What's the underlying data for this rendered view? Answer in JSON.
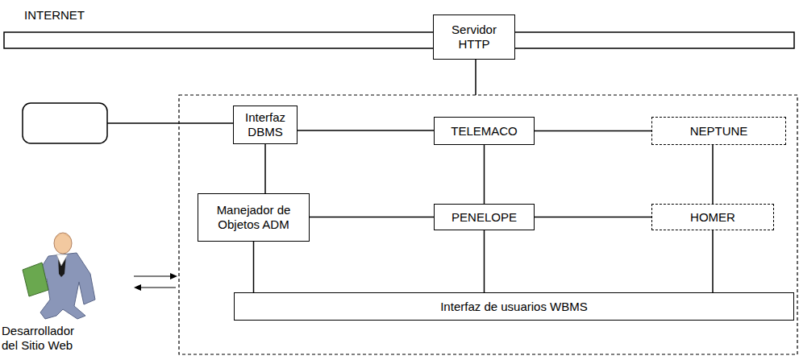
{
  "diagram": {
    "nodes": [
      {
        "text": [
          "Servidor HTTP"
        ]
      },
      {
        "text": [
          "Interfaz DBMS"
        ]
      },
      {
        "text": [
          "TELEMACO"
        ]
      },
      {
        "text": [
          "NEPTUNE"
        ]
      },
      {
        "text": [
          "Manejador de Objetos ADM"
        ]
      },
      {
        "text": [
          "PENELOPE"
        ]
      },
      {
        "text": [
          "HOMER"
        ]
      },
      {
        "text": [
          "Interfaz de usuarios WBMS"
        ]
      }
    ],
    "edges": [
      {
        "from": 1,
        "to": 2,
        "arrow": "none"
      },
      {
        "from": 2,
        "to": 3,
        "arrow": "none"
      },
      {
        "from": 1,
        "to": 4,
        "arrow": "none"
      },
      {
        "from": 2,
        "to": 5,
        "arrow": "none"
      },
      {
        "from": 3,
        "to": 6,
        "arrow": "none"
      },
      {
        "from": 4,
        "to": 5,
        "arrow": "none"
      },
      {
        "from": 5,
        "to": 6,
        "arrow": "none"
      },
      {
        "from": 4,
        "to": 7,
        "arrow": "none"
      },
      {
        "from": 5,
        "to": 7,
        "arrow": "none"
      },
      {
        "from": 6,
        "to": 7,
        "arrow": "none"
      }
    ],
    "labels": [
      "INTERNET",
      "Desarrollador del Sitio Web"
    ]
  }
}
